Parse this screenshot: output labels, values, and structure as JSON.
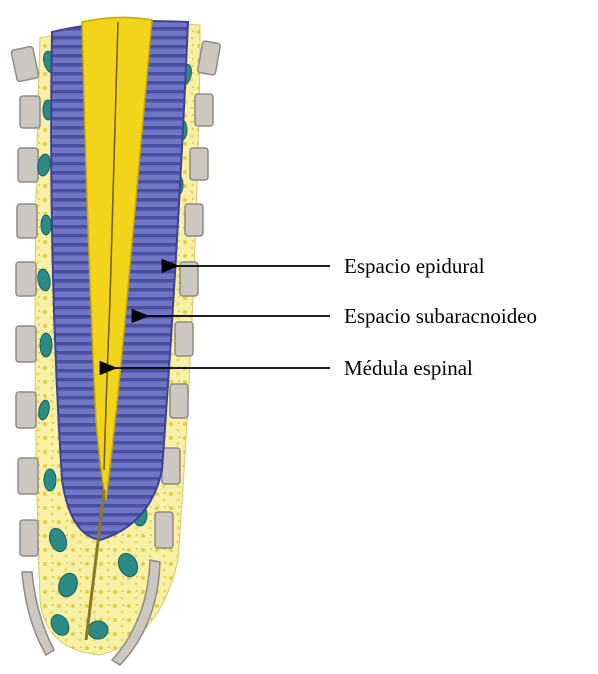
{
  "labels": {
    "epidural": "Espacio epidural",
    "subarachnoid": "Espacio subaracnoideo",
    "spinal_cord": "Médula espinal"
  },
  "colors": {
    "background": "#ffffff",
    "dura_blue": "#6e74c4",
    "dura_stripe": "#4b50a3",
    "spinal_cord_yellow": "#f2d51a",
    "fat_yellow": "#f6ee9a",
    "fat_dot": "#e8d24a",
    "teal_vessel": "#2a8a86",
    "vertebra_gray": "#c9c4bd",
    "arrow_black": "#000000"
  }
}
